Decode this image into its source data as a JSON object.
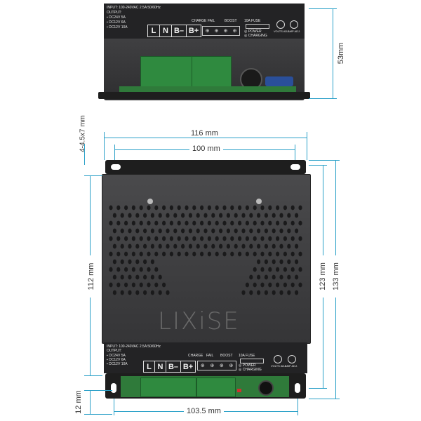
{
  "top_view": {
    "spec_header": "INPUT: 100-240VAC 2.5A  50/60Hz",
    "output_label": "OUTPUT:",
    "outputs": [
      {
        "voltage": "DC24V",
        "current": "5A"
      },
      {
        "voltage": "DC12V",
        "current": "6A"
      },
      {
        "voltage": "DC12V",
        "current": "10A"
      }
    ],
    "terminals": [
      "L",
      "N",
      "B–",
      "B+"
    ],
    "relay_labels": [
      "CHARGE",
      "FAIL",
      "BOOST"
    ],
    "fuse_label": "10A    FUSE",
    "status_items": [
      "POWER",
      "CHARGING"
    ],
    "knob_labels": [
      "VOLTS ADJ.",
      "AMP ADJ."
    ]
  },
  "dimensions": {
    "height_side": "53mm",
    "hole_size": "4-4.5x7 mm",
    "overall_width": "116 mm",
    "hole_spacing": "100 mm",
    "panel_height": "112 mm",
    "height_inner": "123 mm",
    "height_overall": "133 mm",
    "terminal_depth": "12 mm",
    "bottom_width": "103.5 mm"
  },
  "front_view": {
    "logo": "LIXiSE",
    "spec_header": "INPUT: 100-240VAC 2.5A  50/60Hz",
    "output_label": "OUTPUT:",
    "outputs": [
      {
        "voltage": "DC24V",
        "current": "5A"
      },
      {
        "voltage": "DC12V",
        "current": "6A"
      },
      {
        "voltage": "DC12V",
        "current": "10A"
      }
    ],
    "terminals": [
      "L",
      "N",
      "B–",
      "B+"
    ],
    "relay_labels": [
      "CHARGE",
      "FAIL",
      "BOOST"
    ],
    "fuse_label": "10A    FUSE",
    "status_items": [
      "POWER",
      "CHARGING"
    ],
    "knob_labels": [
      "VOLTS ADJ.",
      "AMP ADJ."
    ]
  },
  "colors": {
    "dimension_line": "#2aa0c8",
    "case_dark": "#3a3a3c",
    "panel_dark": "#2b2b2d",
    "terminal_green": "#2f8a3f"
  }
}
